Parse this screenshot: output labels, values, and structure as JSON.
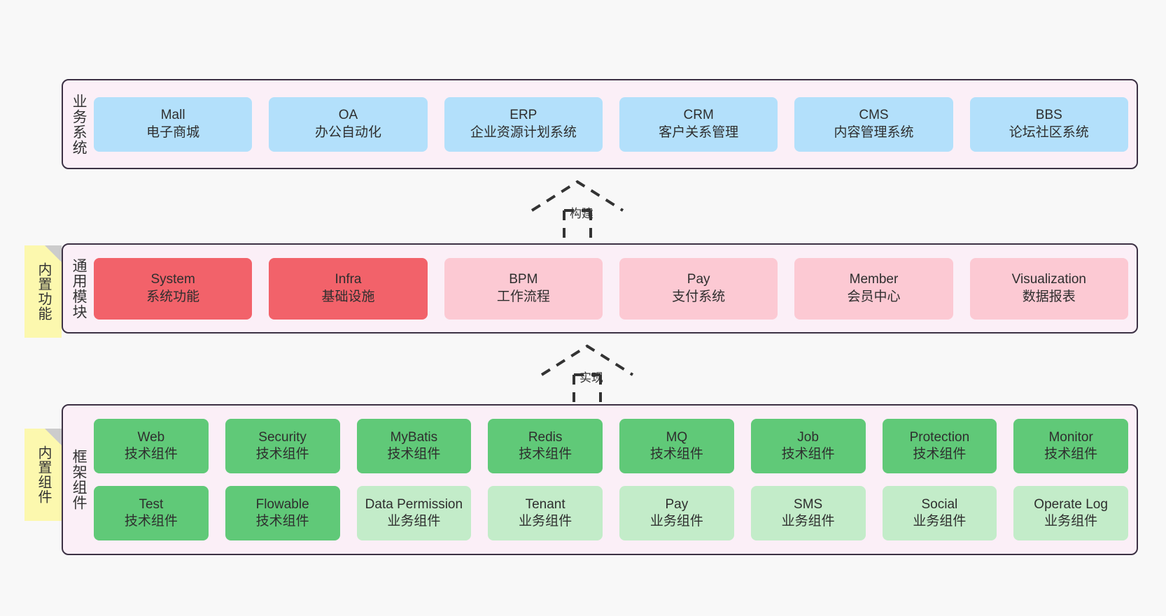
{
  "diagram": {
    "background": "#f8f8f8",
    "panel_bg": "#fbeff7",
    "panel_border": "#3c3144",
    "note_bg": "#fcf8ae"
  },
  "layers": [
    {
      "id": "business-systems",
      "title": "业务系统",
      "card_style": "biz-card",
      "rows": [
        {
          "cards": [
            {
              "name": "Mall",
              "desc": "电子商城"
            },
            {
              "name": "OA",
              "desc": "办公自动化"
            },
            {
              "name": "ERP",
              "desc": "企业资源计划系统"
            },
            {
              "name": "CRM",
              "desc": "客户关系管理"
            },
            {
              "name": "CMS",
              "desc": "内容管理系统"
            },
            {
              "name": "BBS",
              "desc": "论坛社区系统"
            }
          ]
        }
      ]
    },
    {
      "id": "common-modules",
      "title": "通用模块",
      "note": "内置功能",
      "rows": [
        {
          "cards": [
            {
              "name": "System",
              "desc": "系统功能",
              "style": "mod-strong"
            },
            {
              "name": "Infra",
              "desc": "基础设施",
              "style": "mod-strong"
            },
            {
              "name": "BPM",
              "desc": "工作流程",
              "style": "mod-light"
            },
            {
              "name": "Pay",
              "desc": "支付系统",
              "style": "mod-light"
            },
            {
              "name": "Member",
              "desc": "会员中心",
              "style": "mod-light"
            },
            {
              "name": "Visualization",
              "desc": "数据报表",
              "style": "mod-light"
            }
          ]
        }
      ]
    },
    {
      "id": "framework-components",
      "title": "框架组件",
      "note": "内置组件",
      "rows": [
        {
          "cards": [
            {
              "name": "Web",
              "desc": "技术组件",
              "style": "comp-tech"
            },
            {
              "name": "Security",
              "desc": "技术组件",
              "style": "comp-tech"
            },
            {
              "name": "MyBatis",
              "desc": "技术组件",
              "style": "comp-tech"
            },
            {
              "name": "Redis",
              "desc": "技术组件",
              "style": "comp-tech"
            },
            {
              "name": "MQ",
              "desc": "技术组件",
              "style": "comp-tech"
            },
            {
              "name": "Job",
              "desc": "技术组件",
              "style": "comp-tech"
            },
            {
              "name": "Protection",
              "desc": "技术组件",
              "style": "comp-tech"
            },
            {
              "name": "Monitor",
              "desc": "技术组件",
              "style": "comp-tech"
            }
          ]
        },
        {
          "cards": [
            {
              "name": "Test",
              "desc": "技术组件",
              "style": "comp-tech"
            },
            {
              "name": "Flowable",
              "desc": "技术组件",
              "style": "comp-tech"
            },
            {
              "name": "Data Permission",
              "desc": "业务组件",
              "style": "comp-biz",
              "wrap": true
            },
            {
              "name": "Tenant",
              "desc": "业务组件",
              "style": "comp-biz"
            },
            {
              "name": "Pay",
              "desc": "业务组件",
              "style": "comp-biz"
            },
            {
              "name": "SMS",
              "desc": "业务组件",
              "style": "comp-biz"
            },
            {
              "name": "Social",
              "desc": "业务组件",
              "style": "comp-biz"
            },
            {
              "name": "Operate Log",
              "desc": "业务组件",
              "style": "comp-biz"
            }
          ]
        }
      ]
    }
  ],
  "connectors": [
    {
      "id": "build",
      "label": "构建"
    },
    {
      "id": "implement",
      "label": "实现"
    }
  ]
}
